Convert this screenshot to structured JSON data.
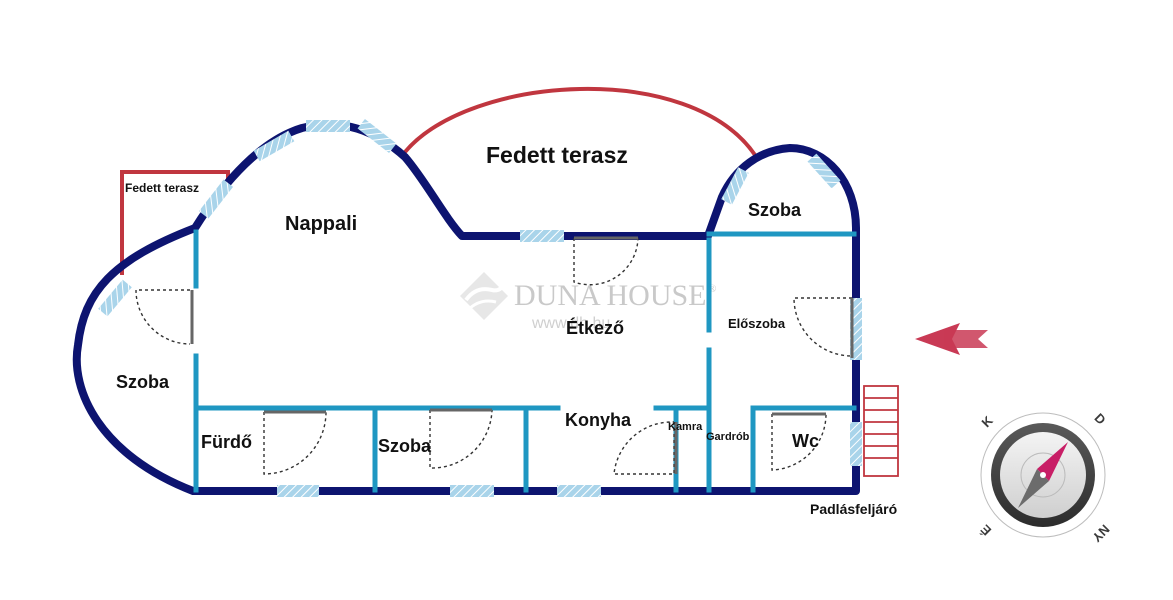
{
  "labels": {
    "fedett_terasz_main": "Fedett terasz",
    "fedett_terasz_small": "Fedett terasz",
    "nappali": "Nappali",
    "szoba_top_right": "Szoba",
    "szoba_left": "Szoba",
    "szoba_bottom": "Szoba",
    "etkezo": "Étkező",
    "eloszoba": "Előszoba",
    "furdo": "Fürdő",
    "konyha": "Konyha",
    "kamra": "Kamra",
    "gardrob": "Gardrób",
    "wc": "Wc",
    "padlasfeljaro": "Padlásfeljáró"
  },
  "watermark": {
    "brand": "DUNA HOUSE",
    "registered": "®",
    "url": "www.dh.hu"
  },
  "compass": {
    "north": "É",
    "south": "D",
    "east": "K",
    "west": "NY"
  },
  "colors": {
    "outer_wall": "#0d1470",
    "inner_wall": "#1f97c2",
    "terrace_outline": "#c0363f",
    "entrance_arrow": "#c93a55",
    "window_fill": "#a9d4ea",
    "compass_needle_north": "#c81e66"
  },
  "icons": {
    "entrance": "entrance-arrow-icon",
    "compass": "compass-icon"
  }
}
